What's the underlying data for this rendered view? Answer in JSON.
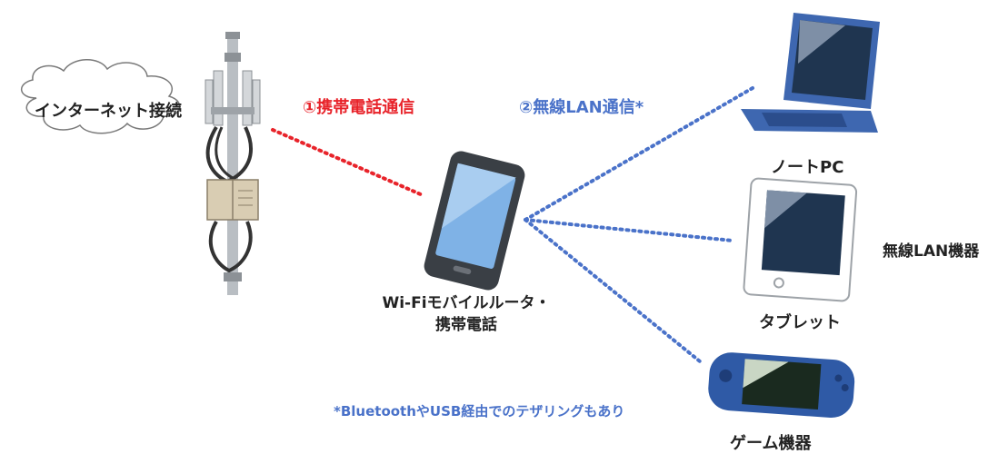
{
  "cloud": {
    "label": "インターネット接続"
  },
  "links": {
    "cellular": {
      "label": "①携帯電話通信",
      "color": "#e8232a"
    },
    "wifi": {
      "label": "②無線LAN通信*",
      "color": "#4a72c9"
    }
  },
  "router": {
    "label_line1": "Wi-Fiモバイルルータ・",
    "label_line2": "携帯電話"
  },
  "devices": {
    "laptop": "ノートPC",
    "tablet": "タブレット",
    "game": "ゲーム機器",
    "group_label": "無線LAN機器"
  },
  "footnote": {
    "text": "*BluetoothやUSB経由でのテザリングもあり",
    "color": "#4a72c9"
  },
  "colors": {
    "tower_gray": "#9ea3a8",
    "phone_body": "#3a3f45",
    "screen_blue": "#7fb2e6",
    "laptop_blue": "#3e67b0",
    "laptop_screen": "#1f3550",
    "game_blue": "#2f5aa6"
  }
}
